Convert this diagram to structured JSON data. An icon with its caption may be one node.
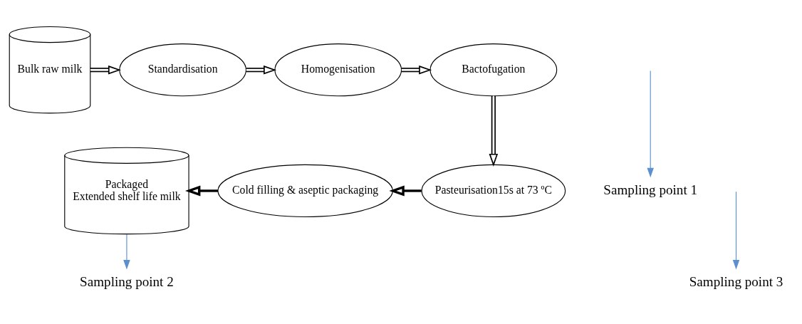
{
  "diagram": {
    "nodes": [
      {
        "text": [
          "Bulk raw milk"
        ]
      },
      {
        "text": [
          "Standardisation"
        ]
      },
      {
        "text": [
          "Homogenisation"
        ]
      },
      {
        "text": [
          "Bactofugation"
        ]
      },
      {
        "text": [
          "Pasteurisation15s at 73 ºC"
        ]
      },
      {
        "text": [
          "Cold filling & aseptic packaging"
        ]
      },
      {
        "text": [
          "Packaged",
          "Extended shelf life milk"
        ]
      },
      {
        "text": [
          "Sampling point 1"
        ]
      },
      {
        "text": [
          "Sampling point 2"
        ]
      },
      {
        "text": [
          "Sampling point 3"
        ]
      }
    ],
    "edges": [
      {
        "from": 0,
        "to": 1,
        "arrow": "to"
      },
      {
        "from": 1,
        "to": 2,
        "arrow": "to"
      },
      {
        "from": 2,
        "to": 3,
        "arrow": "to"
      },
      {
        "from": 3,
        "to": 4,
        "arrow": "to"
      },
      {
        "from": 4,
        "to": 5,
        "arrow": "to"
      },
      {
        "from": 5,
        "to": 6,
        "arrow": "to"
      },
      {
        "from": null,
        "to": 7,
        "arrow": "to",
        "color": "#5b8fd0"
      },
      {
        "from": 6,
        "to": 8,
        "arrow": "to",
        "color": "#5b8fd0"
      },
      {
        "from": null,
        "to": 9,
        "arrow": "to",
        "color": "#5b8fd0"
      }
    ]
  }
}
